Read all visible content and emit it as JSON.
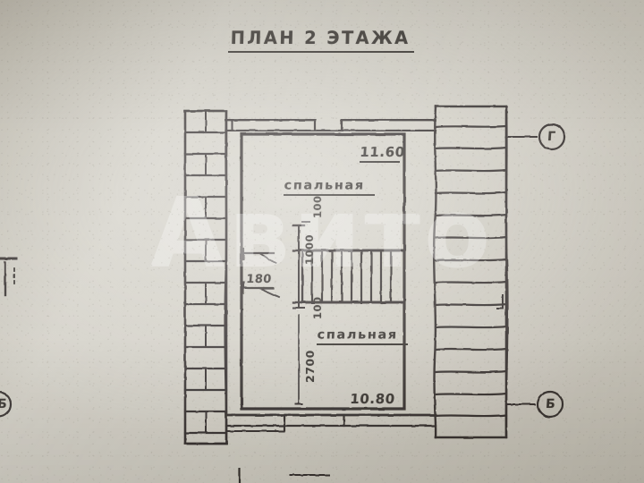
{
  "drawing": {
    "title": "ПЛАН 2 ЭТАЖА",
    "type": "architectural-floor-plan",
    "medium": "photographed hand-drawn blueprint on aged paper",
    "paper_color": "#cfccc2",
    "ink_color": "#231f1b"
  },
  "rooms": [
    {
      "name": "спальная",
      "area": "11.60",
      "position": "upper"
    },
    {
      "name": "спальная",
      "area": "10.80",
      "position": "lower"
    }
  ],
  "dimensions": {
    "door_width": "180",
    "stair_top_riser": "100",
    "stair_run": "1000",
    "stair_bottom_riser": "100",
    "room_depth": "2700"
  },
  "axis_markers": [
    {
      "label": "Г",
      "position": "top-right"
    },
    {
      "label": "Б",
      "position": "bottom-right"
    },
    {
      "label": "Б",
      "position": "bottom-left-cropped"
    }
  ],
  "watermark": {
    "text": "Авито"
  },
  "elements": {
    "stair_tread_count": 10,
    "left_wall": "hatched masonry, vertical + horizontal joints",
    "right_wall": "hatched masonry, horizontal courses"
  }
}
